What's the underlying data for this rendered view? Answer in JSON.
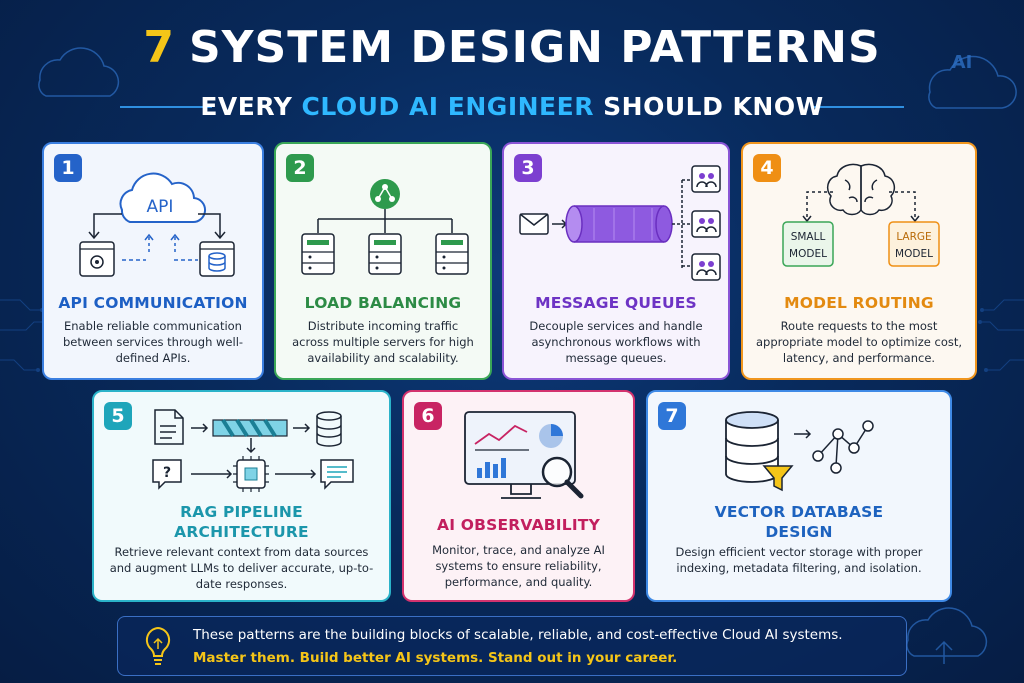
{
  "header": {
    "title_number": "7",
    "title_text": "SYSTEM DESIGN PATTERNS",
    "subtitle_prefix": "EVERY",
    "subtitle_highlight": "CLOUD AI ENGINEER",
    "subtitle_suffix": "SHOULD KNOW"
  },
  "decor": {
    "ai_badge": "AI"
  },
  "cards": [
    {
      "number": "1",
      "title": "API COMMUNICATION",
      "description": "Enable reliable communication between services through well-defined APIs.",
      "labels": {
        "api": "API"
      }
    },
    {
      "number": "2",
      "title": "LOAD BALANCING",
      "description": "Distribute incoming traffic across multiple servers for high availability and scalability."
    },
    {
      "number": "3",
      "title": "MESSAGE QUEUES",
      "description": "Decouple services and handle asynchronous workflows with message queues."
    },
    {
      "number": "4",
      "title": "MODEL ROUTING",
      "description": "Route requests to the most appropriate model to optimize cost, latency, and performance.",
      "labels": {
        "small_1": "SMALL",
        "small_2": "MODEL",
        "large_1": "LARGE",
        "large_2": "MODEL"
      }
    },
    {
      "number": "5",
      "title_line1": "RAG PIPELINE",
      "title_line2": "ARCHITECTURE",
      "description": "Retrieve relevant context from data sources and augment LLMs to deliver accurate, up-to-date responses.",
      "labels": {
        "question": "?"
      }
    },
    {
      "number": "6",
      "title": "AI OBSERVABILITY",
      "description": "Monitor, trace, and analyze AI systems to ensure reliability, performance, and quality."
    },
    {
      "number": "7",
      "title_line1": "VECTOR DATABASE",
      "title_line2": "DESIGN",
      "description": "Design efficient vector storage with proper indexing, metadata filtering, and isolation."
    }
  ],
  "footer": {
    "line1": "These patterns are the building blocks of scalable, reliable, and cost-effective Cloud AI systems.",
    "line2": "Master them. Build better AI systems. Stand out in your career."
  },
  "colors": {
    "background": "#082a5c",
    "title_accent": "#f5c518",
    "subtitle_accent": "#2fb8ff",
    "card1": "#2563c9",
    "card2": "#2e9a4d",
    "card3": "#7c3fd0",
    "card4": "#ef8f14",
    "card5": "#1ea5ba",
    "card6": "#c82463",
    "card7": "#2f77d8"
  }
}
